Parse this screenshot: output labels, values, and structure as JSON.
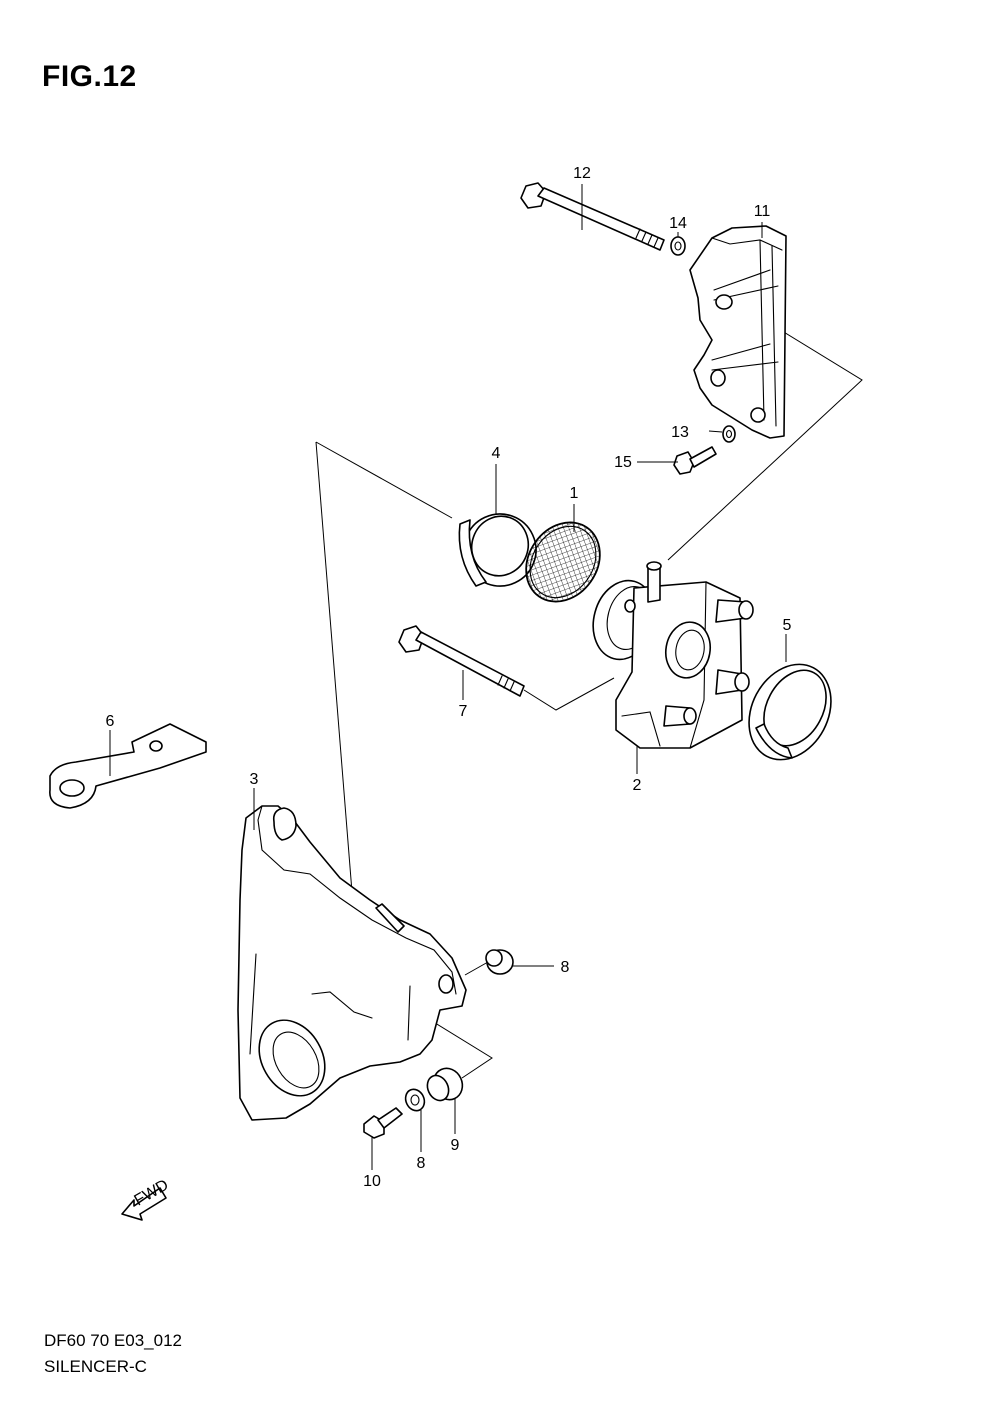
{
  "figure": {
    "title": "FIG.12",
    "drawing_code": "DF60 70 E03_012",
    "section_name": "SILENCER-C",
    "direction_label": "FWD"
  },
  "callouts": [
    {
      "id": "c1",
      "number": "1",
      "part": "mesh screen"
    },
    {
      "id": "c2",
      "number": "2",
      "part": "throttle body"
    },
    {
      "id": "c3",
      "number": "3",
      "part": "silencer case"
    },
    {
      "id": "c4",
      "number": "4",
      "part": "ring seal"
    },
    {
      "id": "c5",
      "number": "5",
      "part": "ring seal"
    },
    {
      "id": "c6",
      "number": "6",
      "part": "bracket plate"
    },
    {
      "id": "c7",
      "number": "7",
      "part": "long bolt"
    },
    {
      "id": "c8a",
      "number": "8",
      "part": "grommet"
    },
    {
      "id": "c8b",
      "number": "8",
      "part": "washer"
    },
    {
      "id": "c9",
      "number": "9",
      "part": "grommet"
    },
    {
      "id": "c10",
      "number": "10",
      "part": "bolt"
    },
    {
      "id": "c11",
      "number": "11",
      "part": "mounting bracket"
    },
    {
      "id": "c12",
      "number": "12",
      "part": "long bolt"
    },
    {
      "id": "c13",
      "number": "13",
      "part": "washer"
    },
    {
      "id": "c14",
      "number": "14",
      "part": "washer"
    },
    {
      "id": "c15",
      "number": "15",
      "part": "bolt"
    }
  ]
}
